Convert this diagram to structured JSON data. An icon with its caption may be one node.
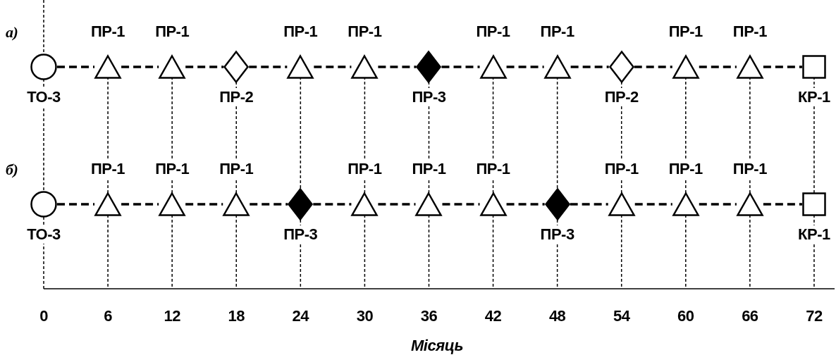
{
  "diagram": {
    "nodes": [
      {
        "text": [],
        "shape": "circle",
        "beside": [
          "ТО-3"
        ]
      },
      {
        "text": [],
        "shape": "triangle",
        "beside": [
          "ПР-1"
        ]
      },
      {
        "text": [],
        "shape": "triangle",
        "beside": [
          "ПР-1"
        ]
      },
      {
        "text": [],
        "shape": "diamond",
        "beside": [
          "ПР-2"
        ]
      },
      {
        "text": [],
        "shape": "triangle",
        "beside": [
          "ПР-1"
        ]
      },
      {
        "text": [],
        "shape": "triangle",
        "beside": [
          "ПР-1"
        ]
      },
      {
        "text": [],
        "shape": "diamond",
        "beside": [
          "ПР-3"
        ]
      },
      {
        "text": [],
        "shape": "triangle",
        "beside": [
          "ПР-1"
        ]
      },
      {
        "text": [],
        "shape": "triangle",
        "beside": [
          "ПР-1"
        ]
      },
      {
        "text": [],
        "shape": "diamond",
        "beside": [
          "ПР-2"
        ]
      },
      {
        "text": [],
        "shape": "triangle",
        "beside": [
          "ПР-1"
        ]
      },
      {
        "text": [],
        "shape": "triangle",
        "beside": [
          "ПР-1"
        ]
      },
      {
        "text": [],
        "shape": "box",
        "beside": [
          "КР-1"
        ]
      },
      {
        "text": [],
        "shape": "circle",
        "beside": [
          "ТО-3"
        ]
      },
      {
        "text": [],
        "shape": "triangle",
        "beside": [
          "ПР-1"
        ]
      },
      {
        "text": [],
        "shape": "triangle",
        "beside": [
          "ПР-1"
        ]
      },
      {
        "text": [],
        "shape": "triangle",
        "beside": [
          "ПР-1"
        ]
      },
      {
        "text": [],
        "shape": "diamond",
        "beside": [
          "ПР-3"
        ]
      },
      {
        "text": [],
        "shape": "triangle",
        "beside": [
          "ПР-1"
        ]
      },
      {
        "text": [],
        "shape": "triangle",
        "beside": [
          "ПР-1"
        ]
      },
      {
        "text": [],
        "shape": "triangle",
        "beside": [
          "ПР-1"
        ]
      },
      {
        "text": [],
        "shape": "diamond",
        "beside": [
          "ПР-3"
        ]
      },
      {
        "text": [],
        "shape": "triangle",
        "beside": [
          "ПР-1"
        ]
      },
      {
        "text": [],
        "shape": "triangle",
        "beside": [
          "ПР-1"
        ]
      },
      {
        "text": [],
        "shape": "triangle",
        "beside": [
          "ПР-1"
        ]
      },
      {
        "text": [],
        "shape": "box",
        "beside": [
          "КР-1"
        ]
      }
    ],
    "edges": [
      {
        "from": 0,
        "to": 1,
        "arrow": "none",
        "style": "dashed"
      },
      {
        "from": 1,
        "to": 2,
        "arrow": "none",
        "style": "dashed"
      },
      {
        "from": 2,
        "to": 3,
        "arrow": "none",
        "style": "dashed"
      },
      {
        "from": 3,
        "to": 4,
        "arrow": "none",
        "style": "dashed"
      },
      {
        "from": 4,
        "to": 5,
        "arrow": "none",
        "style": "dashed"
      },
      {
        "from": 5,
        "to": 6,
        "arrow": "none",
        "style": "dashed"
      },
      {
        "from": 6,
        "to": 7,
        "arrow": "none",
        "style": "dashed"
      },
      {
        "from": 7,
        "to": 8,
        "arrow": "none",
        "style": "dashed"
      },
      {
        "from": 8,
        "to": 9,
        "arrow": "none",
        "style": "dashed"
      },
      {
        "from": 9,
        "to": 10,
        "arrow": "none",
        "style": "dashed"
      },
      {
        "from": 10,
        "to": 11,
        "arrow": "none",
        "style": "dashed"
      },
      {
        "from": 11,
        "to": 12,
        "arrow": "none",
        "style": "dashed"
      },
      {
        "from": 13,
        "to": 14,
        "arrow": "none",
        "style": "dashed"
      },
      {
        "from": 14,
        "to": 15,
        "arrow": "none",
        "style": "dashed"
      },
      {
        "from": 15,
        "to": 16,
        "arrow": "none",
        "style": "dashed"
      },
      {
        "from": 16,
        "to": 17,
        "arrow": "none",
        "style": "dashed"
      },
      {
        "from": 17,
        "to": 18,
        "arrow": "none",
        "style": "dashed"
      },
      {
        "from": 18,
        "to": 19,
        "arrow": "none",
        "style": "dashed"
      },
      {
        "from": 19,
        "to": 20,
        "arrow": "none",
        "style": "dashed"
      },
      {
        "from": 20,
        "to": 21,
        "arrow": "none",
        "style": "dashed"
      },
      {
        "from": 21,
        "to": 22,
        "arrow": "none",
        "style": "dashed"
      },
      {
        "from": 22,
        "to": 23,
        "arrow": "none",
        "style": "dashed"
      },
      {
        "from": 23,
        "to": 24,
        "arrow": "none",
        "style": "dashed"
      },
      {
        "from": 24,
        "to": 25,
        "arrow": "none",
        "style": "dashed"
      }
    ],
    "labels": [
      "а)",
      "б)",
      "0",
      "6",
      "12",
      "18",
      "24",
      "30",
      "36",
      "42",
      "48",
      "54",
      "60",
      "66",
      "72",
      "Місяць"
    ]
  }
}
